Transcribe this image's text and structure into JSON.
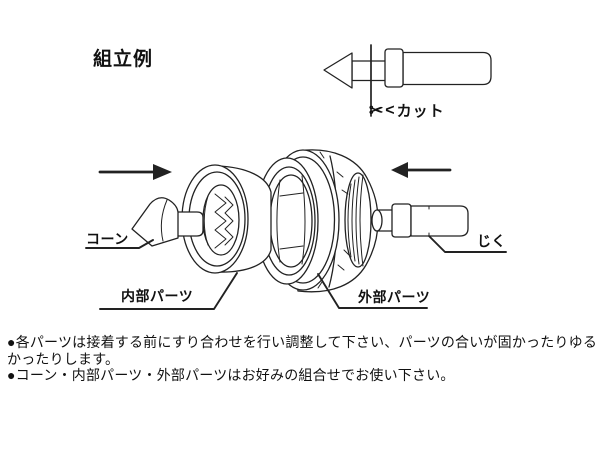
{
  "colors": {
    "ink": "#222222",
    "background": "#ffffff"
  },
  "title": "組立例",
  "cut_note": {
    "scissors_icon": "✂",
    "arrow_glyph": "<",
    "label": "カット"
  },
  "part_labels": {
    "cone": "コーン",
    "inner": "内部パーツ",
    "outer": "外部パーツ",
    "shaft": "じく"
  },
  "notes": {
    "line1": "●各パーツは接着する前にすり合わせを行い調整して下さい、パーツの合いが固かったりゆる",
    "line2": "かったりします。",
    "line3": "●コーン・内部パーツ・外部パーツはお好みの組合せでお使い下さい。"
  }
}
